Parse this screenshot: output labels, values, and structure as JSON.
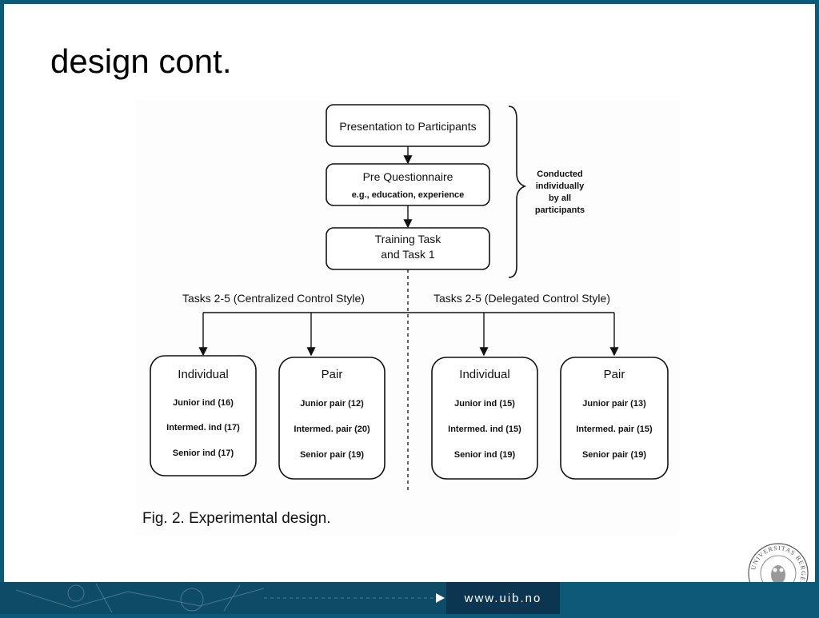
{
  "slide": {
    "title": "design cont.",
    "footer_link": "www.uib.no",
    "seal_text": "UNIVERSITAS BERGENSIS"
  },
  "diagram": {
    "steps": [
      {
        "lines": [
          "Presentation to Participants"
        ]
      },
      {
        "lines": [
          "Pre Questionnaire",
          "e.g., education, experience"
        ]
      },
      {
        "lines": [
          "Training Task",
          "and Task 1"
        ]
      }
    ],
    "brace_label": [
      "Conducted",
      "individually",
      "by all",
      "participants"
    ],
    "branch_left_label": "Tasks 2-5 (Centralized Control Style)",
    "branch_right_label": "Tasks 2-5 (Delegated Control Style)",
    "groups": [
      {
        "heading": "Individual",
        "items": [
          "Junior ind (16)",
          "Intermed. ind (17)",
          "Senior ind (17)"
        ]
      },
      {
        "heading": "Pair",
        "items": [
          "Junior pair (12)",
          "Intermed. pair (20)",
          "Senior pair (19)"
        ]
      },
      {
        "heading": "Individual",
        "items": [
          "Junior ind (15)",
          "Intermed. ind (15)",
          "Senior ind (19)"
        ]
      },
      {
        "heading": "Pair",
        "items": [
          "Junior pair (13)",
          "Intermed. pair (15)",
          "Senior pair (19)"
        ]
      }
    ],
    "caption": "Fig. 2. Experimental design."
  },
  "colors": {
    "frame": "#0d5a78",
    "footer_dark": "#0b3550"
  }
}
